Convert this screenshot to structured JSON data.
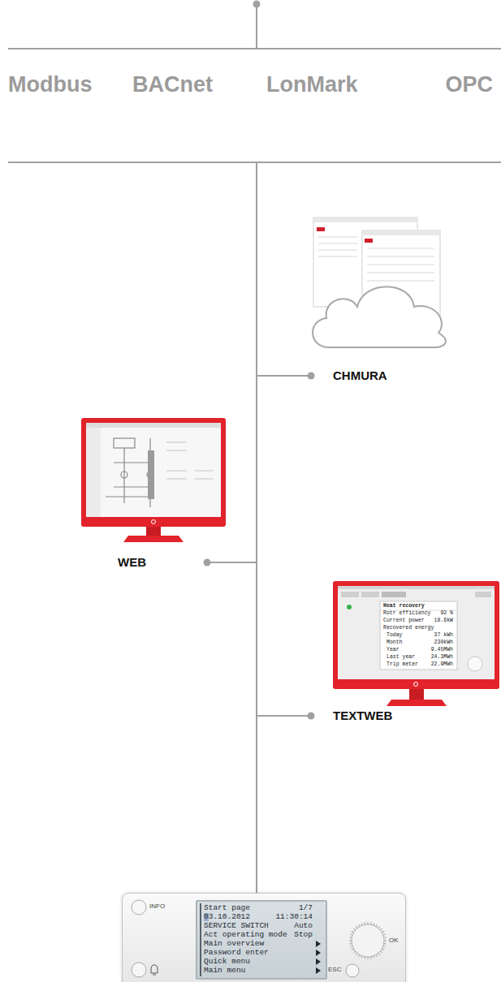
{
  "diagram": {
    "nodes": [
      {
        "text": [
          "INFO",
          "ESC",
          "OK"
        ]
      },
      {
        "text": [
          "Start page",
          "1/7",
          "03.10.2012",
          "11:30:14",
          "SERVICE SWITCH",
          "Auto",
          "Act operating mode",
          "Stop",
          "Main overview",
          "Password enter",
          "Quick menu",
          "Main menu"
        ],
        "in": 0
      }
    ],
    "labels": [
      "Modbus",
      "BACnet",
      "LonMark",
      "OPC",
      "CHMURA",
      "WEB",
      "TEXTWEB",
      "Heat recovery",
      "Rotr efficiency",
      "92 %",
      "Current power",
      "18.6kW",
      "Recovered energy",
      "Today",
      "37 kWh",
      "Month",
      "230kWh",
      "Year",
      "9.45MWh",
      "Last year",
      "24.3MWh",
      "Trip meter",
      "22.9MWh"
    ]
  }
}
